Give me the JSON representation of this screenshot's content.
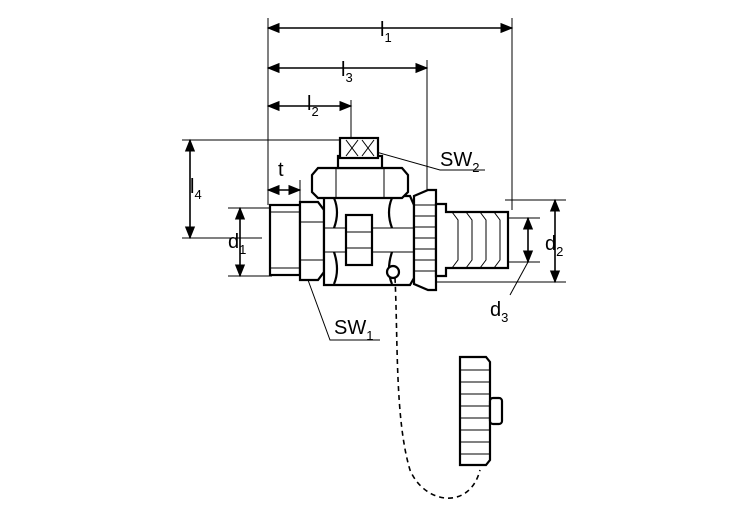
{
  "diagram": {
    "labels": {
      "l1": {
        "main": "l",
        "sub": "1"
      },
      "l3": {
        "main": "l",
        "sub": "3"
      },
      "l2": {
        "main": "l",
        "sub": "2"
      },
      "l4": {
        "main": "l",
        "sub": "4"
      },
      "t": {
        "main": "t",
        "sub": ""
      },
      "sw2": {
        "main": "SW",
        "sub": "2"
      },
      "sw1": {
        "main": "SW",
        "sub": "1"
      },
      "d1": {
        "main": "d",
        "sub": "1"
      },
      "d2": {
        "main": "d",
        "sub": "2"
      },
      "d3": {
        "main": "d",
        "sub": "3"
      }
    }
  }
}
